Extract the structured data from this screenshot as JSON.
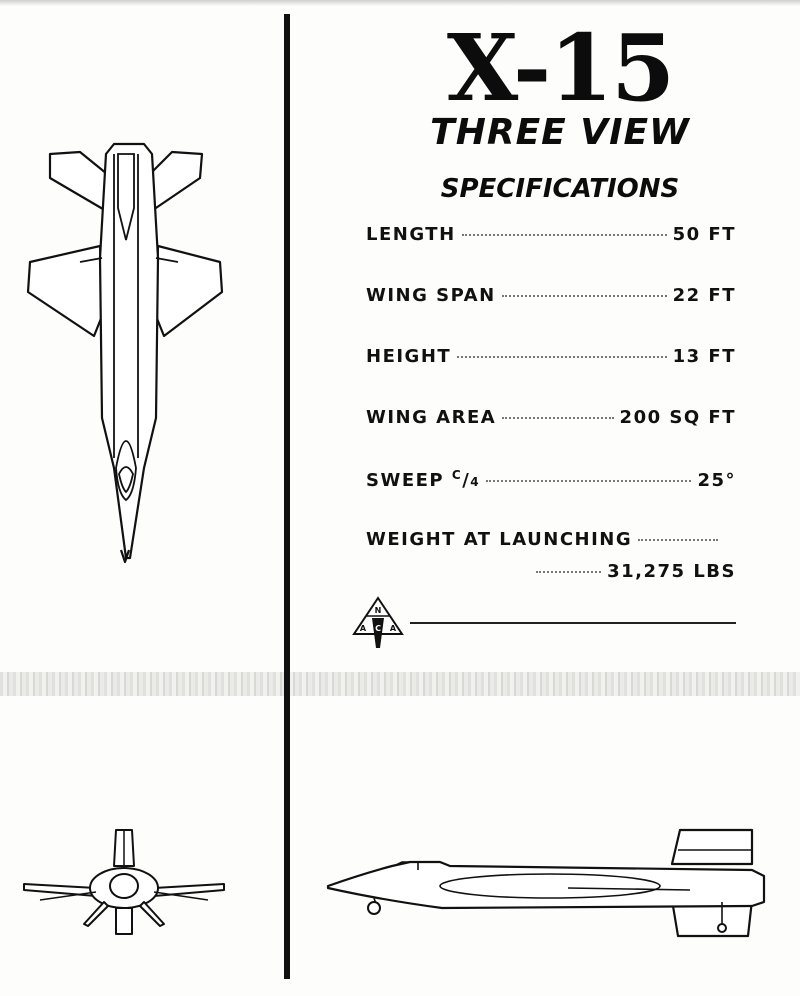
{
  "title": "X-15",
  "subtitle": "THREE VIEW",
  "specifications": {
    "heading": "SPECIFICATIONS",
    "length": {
      "label": "LENGTH",
      "value": "50 FT"
    },
    "wing_span": {
      "label": "WING SPAN",
      "value": "22 FT"
    },
    "height": {
      "label": "HEIGHT",
      "value": "13 FT"
    },
    "wing_area": {
      "label": "WING AREA",
      "value": "200 SQ FT"
    },
    "sweep": {
      "label": "SWEEP",
      "fraction_num": "C",
      "fraction_den": "4",
      "value": "25°"
    },
    "weight": {
      "label": "WEIGHT AT LAUNCHING",
      "value": "31,275 LBS"
    }
  },
  "logo": {
    "letters": [
      "N",
      "A",
      "C",
      "A"
    ]
  }
}
